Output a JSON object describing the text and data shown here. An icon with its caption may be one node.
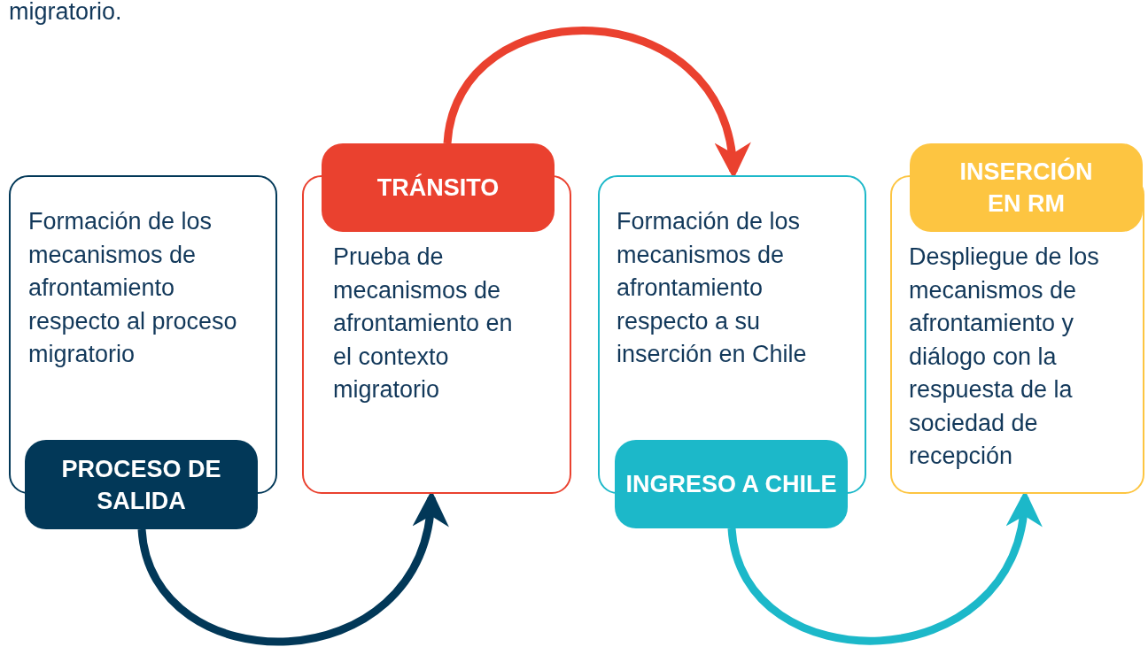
{
  "diagram": {
    "nodes": [
      {
        "text": [
          "Formación de los mecanismos de afrontamiento respecto al proceso migratorio",
          "PROCESO DE SALIDA"
        ]
      },
      {
        "text": [
          "TRÁNSITO",
          "Prueba de mecanismos de afrontamiento en el contexto migratorio"
        ]
      },
      {
        "text": [
          "Formación de los mecanismos de afrontamiento respecto a su inserción en Chile",
          "INGRESO A CHILE"
        ]
      },
      {
        "text": [
          "INSERCIÓN EN RM",
          "Despliegue de los mecanismos de afrontamiento y diálogo con la respuesta de la sociedad de recepción"
        ]
      }
    ],
    "edges": [
      {
        "from": 0,
        "to": 1,
        "arrow": "to",
        "color": "#023858"
      },
      {
        "from": 1,
        "to": 2,
        "arrow": "to",
        "color": "#ea412f"
      },
      {
        "from": 2,
        "to": 3,
        "arrow": "to",
        "color": "#1cb8c9"
      }
    ],
    "labels": [
      "migratorio."
    ]
  }
}
